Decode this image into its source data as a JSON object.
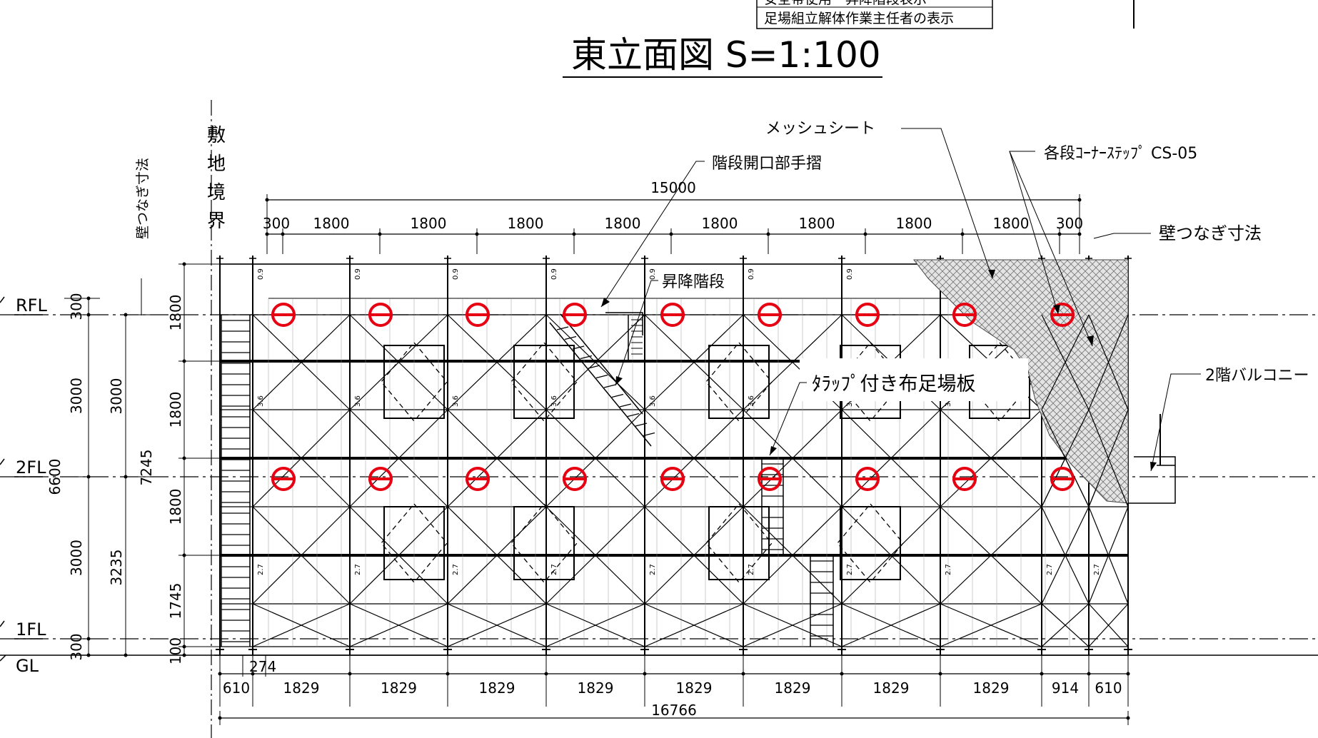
{
  "title": "東立面図 S=1:100",
  "legend_box": {
    "line1": "安全帯使用・昇降階段表示",
    "line2": "足場組立解体作業主任者の表示"
  },
  "boundary_label": "敷地境界",
  "wall_tie_label_vertical": "壁つなぎ寸法",
  "levels": [
    "RFL",
    "2FL",
    "1FL",
    "GL"
  ],
  "top_dims": {
    "overall": "15000",
    "spans": [
      "300",
      "1800",
      "1800",
      "1800",
      "1800",
      "1800",
      "1800",
      "1800",
      "1800",
      "300"
    ]
  },
  "bottom_dims": {
    "overall": "16766",
    "spans": [
      "610",
      "1829",
      "1829",
      "1829",
      "1829",
      "1829",
      "1829",
      "1829",
      "1829",
      "914",
      "610"
    ],
    "extra": "274"
  },
  "left_dims": {
    "outer_total": "6600",
    "outer": [
      "300",
      "3000",
      "3000",
      "300"
    ],
    "mid_total": "7245",
    "mid": [
      "3000",
      "3235"
    ],
    "lifts": [
      "1800",
      "1800",
      "1800",
      "1745",
      "100"
    ]
  },
  "post_labels": [
    "0.9",
    "3.6",
    "2.7"
  ],
  "annotations": {
    "mesh_sheet": "メッシュシート",
    "corner_step": "各段ｺｰﾅｰｽﾃｯﾌﾟ CS-05",
    "stair_handrail": "階段開口部手摺",
    "stair": "昇降階段",
    "wall_tie_dim": "壁つなぎ寸法",
    "plank": "ﾀﾗｯﾌﾟ付き布足場板",
    "balcony": "2階バルコニー"
  },
  "colors": {
    "line": "#000000",
    "wall_tie_marker": "#e60012",
    "mesh_fill": "#d9d9d9"
  }
}
